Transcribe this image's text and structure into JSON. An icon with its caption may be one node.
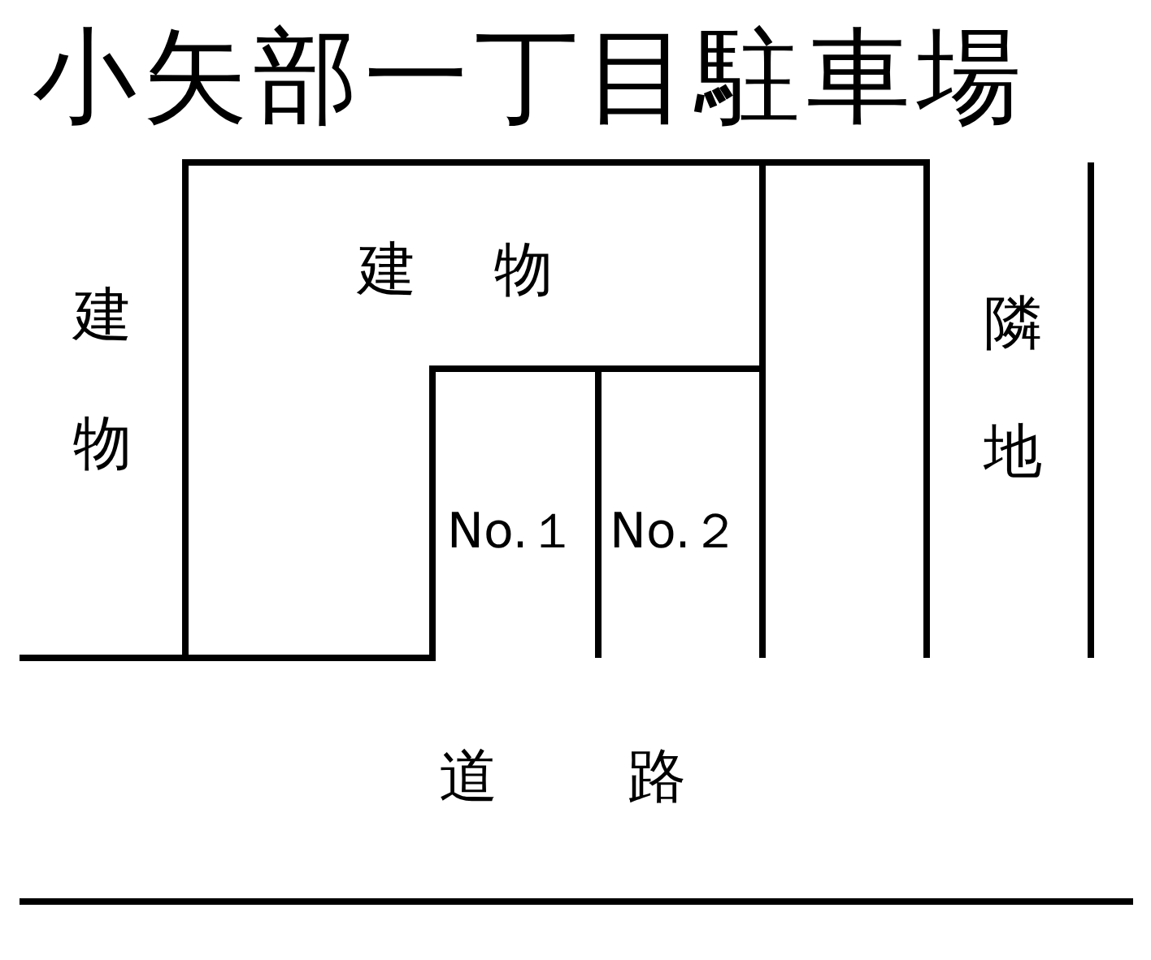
{
  "diagram": {
    "title": "小矢部一丁目駐車場",
    "labels": [
      "建物",
      "建物",
      "隣地",
      "No.１",
      "No.２",
      "道路"
    ]
  }
}
